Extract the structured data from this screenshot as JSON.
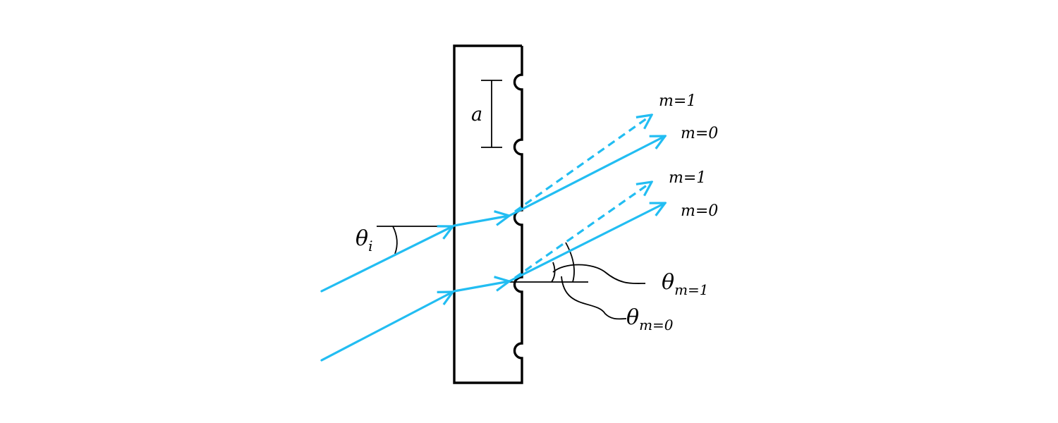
{
  "colors": {
    "background": "#ffffff",
    "ray": "#22bdf2",
    "outline": "#000000"
  },
  "labels": {
    "spacing": "a",
    "theta_symbol": "θ",
    "theta_i_sub": "i",
    "theta_m1_sub": "m=1",
    "theta_m0_sub": "m=0",
    "upper_m1": "m=1",
    "upper_m0": "m=0",
    "lower_m1": "m=1",
    "lower_m0": "m=0"
  }
}
